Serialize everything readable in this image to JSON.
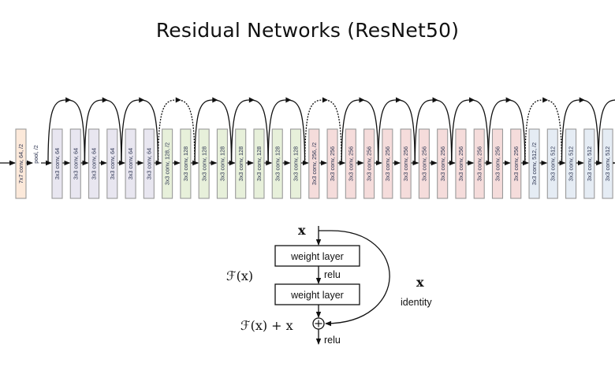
{
  "title": "Residual Networks (ResNet50)",
  "network": {
    "input_layer": {
      "label": "7x7 conv, 64, /2",
      "color": "#fce9da"
    },
    "pool_label": "pool, /2",
    "stages": [
      {
        "name": "stage-64",
        "color": "#e8e6f0",
        "layers": [
          "3x3 conv, 64",
          "3x3 conv, 64",
          "3x3 conv, 64",
          "3x3 conv, 64",
          "3x3 conv, 64",
          "3x3 conv, 64"
        ]
      },
      {
        "name": "stage-128",
        "color": "#e7f0da",
        "layers": [
          "3x3 conv, 128, /2",
          "3x3 conv, 128",
          "3x3 conv, 128",
          "3x3 conv, 128",
          "3x3 conv, 128",
          "3x3 conv, 128",
          "3x3 conv, 128",
          "3x3 conv, 128"
        ]
      },
      {
        "name": "stage-256",
        "color": "#f5dcdb",
        "layers": [
          "3x3 conv, 256, /2",
          "3x3 conv, 256",
          "3x3 conv, 256",
          "3x3 conv, 256",
          "3x3 conv, 256",
          "3x3 conv, 256",
          "3x3 conv, 256",
          "3x3 conv, 256",
          "3x3 conv, 256",
          "3x3 conv, 256",
          "3x3 conv, 256",
          "3x3 conv, 256"
        ]
      },
      {
        "name": "stage-512",
        "color": "#e5ecf4",
        "layers": [
          "3x3 conv, 512, /2",
          "3x3 conv, 512",
          "3x3 conv, 512",
          "3x3 conv, 512",
          "3x3 conv, 512"
        ]
      }
    ],
    "skip_connections": [
      {
        "type": "solid"
      },
      {
        "type": "solid"
      },
      {
        "type": "solid"
      },
      {
        "type": "dotted"
      },
      {
        "type": "solid"
      },
      {
        "type": "solid"
      },
      {
        "type": "solid"
      },
      {
        "type": "dotted"
      },
      {
        "type": "solid"
      },
      {
        "type": "solid"
      },
      {
        "type": "solid"
      },
      {
        "type": "solid"
      },
      {
        "type": "solid"
      },
      {
        "type": "dotted"
      },
      {
        "type": "solid"
      },
      {
        "type": "solid"
      }
    ]
  },
  "residual_block": {
    "input_label": "x",
    "weight_layer_1": "weight layer",
    "relu_1": "relu",
    "weight_layer_2": "weight layer",
    "fx_label": "ℱ(x)",
    "sum_label": "ℱ(x) + x",
    "relu_2": "relu",
    "identity_x": "x",
    "identity_label": "identity"
  }
}
